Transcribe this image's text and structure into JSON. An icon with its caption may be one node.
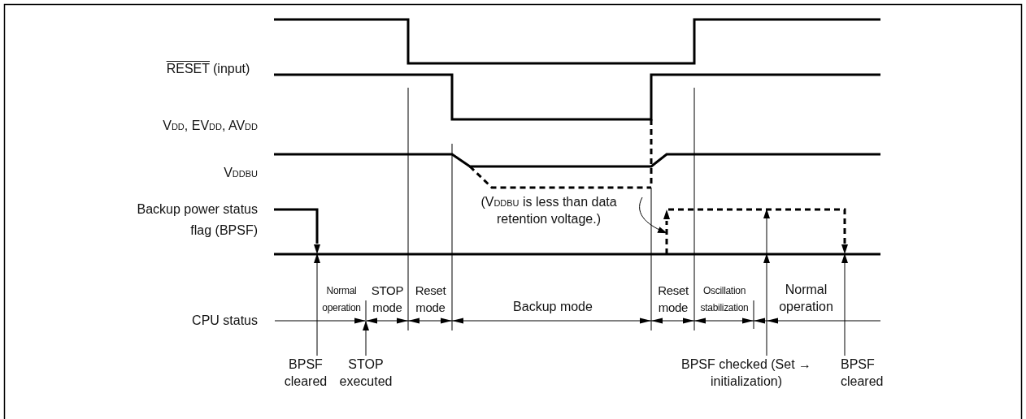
{
  "diagram": {
    "nodes": [
      {
        "text": [
          "(V$_{DDBU}$ is less than data retention voltage.)"
        ]
      },
      {
        "text": [
          "BPSF cleared"
        ]
      },
      {
        "text": [
          "STOP executed"
        ]
      },
      {
        "text": [
          "BPSF checked (Set → initialization)"
        ]
      },
      {
        "text": [
          "BPSF cleared"
        ]
      },
      {
        "text": [],
        "shape": "line"
      },
      {
        "text": [],
        "shape": "line"
      },
      {
        "text": [],
        "shape": "line"
      }
    ],
    "edges": [
      {
        "from": 0,
        "to": 5,
        "arrow": "to"
      },
      {
        "from": 1,
        "to": 6,
        "arrow": "to"
      },
      {
        "from": 2,
        "to": 7,
        "arrow": "to"
      },
      {
        "from": 3,
        "to": 5,
        "arrow": "to"
      },
      {
        "from": 4,
        "to": 6,
        "arrow": "to"
      }
    ],
    "labels": [
      "RESET",
      "(input)",
      "V$_{DD}$, EV$_{DD}$, AV$_{DD}$",
      "V$_{DDBU}$",
      "Backup power status flag (BPSF)",
      "Normal operation",
      "STOP mode",
      "Reset mode",
      "Backup mode",
      "Reset mode",
      "Oscillation stabilization",
      "Normal operation",
      "CPU status"
    ]
  }
}
